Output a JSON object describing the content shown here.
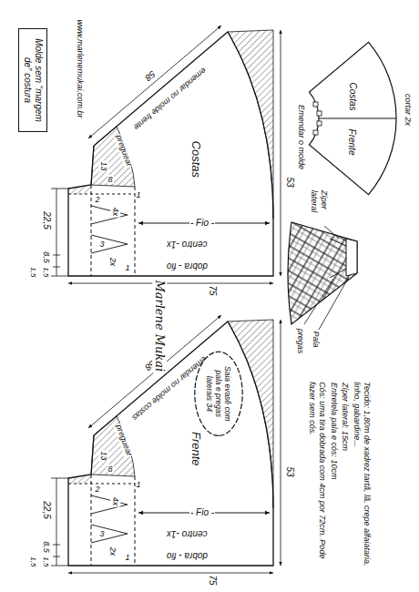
{
  "diagram": {
    "nodes": [
      {
        "text": [
          "Molde sem “margem de” costura"
        ]
      },
      {
        "text": [
          "Saia evasê com pala e pregas laterais 34"
        ]
      }
    ],
    "labels": [
      "www.marlenemukai.com.br",
      "Costas",
      "emendar no molde frente",
      "58",
      "preguear",
      "13",
      "2",
      "8",
      "4x",
      "3",
      "2x",
      "1",
      "1",
      "- Fio -",
      "centro -1x",
      "dobra - fio",
      "22,5",
      "8,5",
      "1,5",
      "1,5",
      "53",
      "75",
      "Frente",
      "emendar no molde costas",
      "58",
      "preguear",
      "13",
      "2",
      "8",
      "4x",
      "3",
      "2x",
      "1",
      "1",
      "- Fio -",
      "centro -1x",
      "dobra - fio",
      "22,5",
      "8,5",
      "1,5",
      "1,5",
      "53",
      "75",
      "Costas",
      "Frente",
      "cortar 2x",
      "Emendar o molde",
      "Zíper lateral",
      "Pala",
      "pregas",
      "Marlene Mukai",
      "Tecido: 1,80m de xadrez tartã, lã, crepe alfaiataria, linho, gabardine...",
      "Zíper lateral: 15cm",
      "Entretela pala e cós: 10cm",
      "Cós: uma tira dobrada com 4cm por 72cm. Pode fazer sem cós."
    ]
  }
}
